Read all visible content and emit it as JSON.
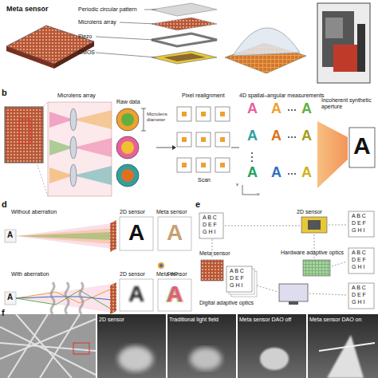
{
  "diagram": {
    "labels": [
      "Meta sensor",
      "Periodic circular pattern",
      "Microlens array",
      "Piezo",
      "CMOS",
      "b",
      "Microlens array",
      "Raw data",
      "Microlens diameter",
      "Pixel realignment",
      "Scan",
      "4D spatial–angular measurements",
      "Incoherent synthetic aperture",
      "u",
      "v",
      "A",
      "A",
      "A",
      "A",
      "A",
      "A",
      "A",
      "A",
      "A",
      "A",
      "d",
      "Without aberration",
      "2D sensor",
      "Meta sensor",
      "A",
      "A",
      "A",
      "DAO",
      "With aberration",
      "2D sensor",
      "Meta sensor",
      "A",
      "A",
      "A",
      "e",
      "A B C",
      "D E F",
      "G H I",
      "2D sensor",
      "A B C",
      "D E F",
      "G H I",
      "Hardware adaptive optics",
      "A B C",
      "D E F",
      "G H I",
      "Meta sensor",
      "A B C",
      "D E F",
      "G H I",
      "Digital adaptive optics",
      "A B C",
      "D E F",
      "G H I",
      "f",
      "2D sensor",
      "Traditional light field",
      "Meta sensor DAO off",
      "Meta sensor DAO on"
    ]
  }
}
